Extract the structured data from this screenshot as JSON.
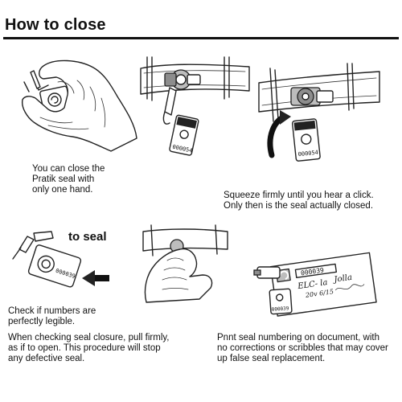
{
  "header": {
    "title": "How to close"
  },
  "step1": {
    "caption_lines": [
      "You can close the",
      "Pratik seal with",
      "only one hand."
    ]
  },
  "step3": {
    "caption_lines": [
      "Squeeze firmly until you hear a click.",
      "Only then is the seal actually closed."
    ]
  },
  "step4": {
    "heading": "to seal",
    "number": "000039",
    "caption_a_lines": [
      "Check if numbers are",
      "perfectly legible."
    ],
    "caption_b_lines": [
      "When checking seal closure, pull firmly,",
      "as if to open. This procedure will stop",
      "any defective seal."
    ]
  },
  "step6": {
    "caption_lines": [
      "Pnnt seal numbering on document, with",
      "no corrections or scribbles that may cover",
      "up false seal replacement."
    ],
    "doc_number": "000039",
    "doc_text_1": "ELC- la",
    "doc_text_2": "Jolla",
    "doc_text_3": "20v 6/15",
    "tag_number": "000039"
  },
  "seals": {
    "tag2_number": "000054",
    "tag3_number": "000054"
  },
  "icons": [
    "hand-illustration",
    "belt-seal-illustration",
    "arrow-icon",
    "seal-tag-icon",
    "document-illustration"
  ]
}
